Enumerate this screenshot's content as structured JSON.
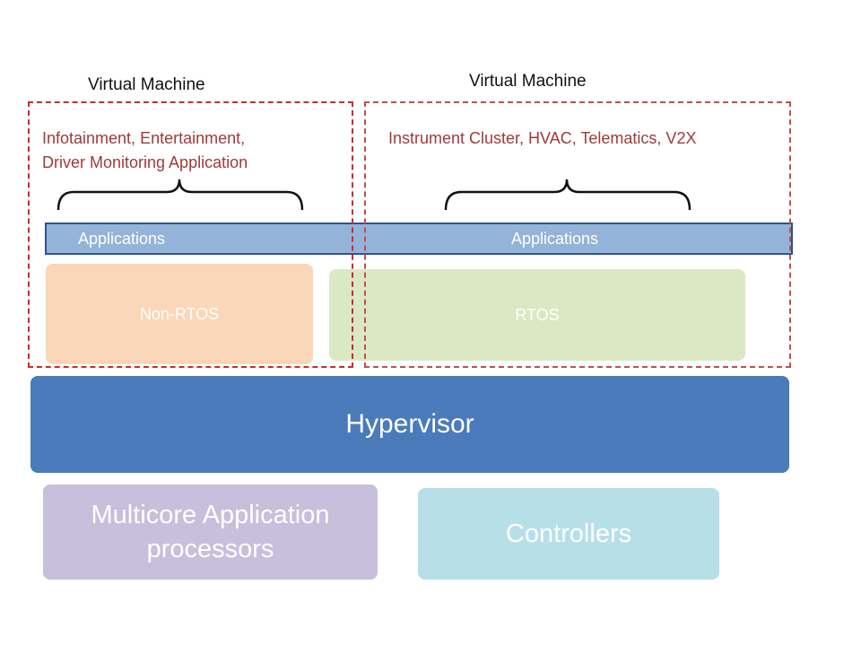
{
  "vm_left": {
    "title": "Virtual Machine",
    "desc_line1": "Infotainment, Entertainment,",
    "desc_line2": "Driver Monitoring Application",
    "apps_label": "Applications",
    "os_label": "Non-RTOS"
  },
  "vm_right": {
    "title": "Virtual Machine",
    "desc": "Instrument Cluster, HVAC, Telematics, V2X",
    "apps_label": "Applications",
    "os_label": "RTOS"
  },
  "hypervisor": {
    "label": "Hypervisor"
  },
  "multicore": {
    "line1": "Multicore Application",
    "line2": "processors"
  },
  "controllers": {
    "label": "Controllers"
  },
  "colors": {
    "vm_border": "#cc2a2a",
    "desc_text": "#a03a3a",
    "apps_bar": "#93b3d9",
    "non_rtos": "#fad7b8",
    "rtos": "#dbe8c4",
    "hypervisor": "#4a7bbb",
    "multicore": "#c8bfdc",
    "controllers": "#b7dfe8"
  }
}
